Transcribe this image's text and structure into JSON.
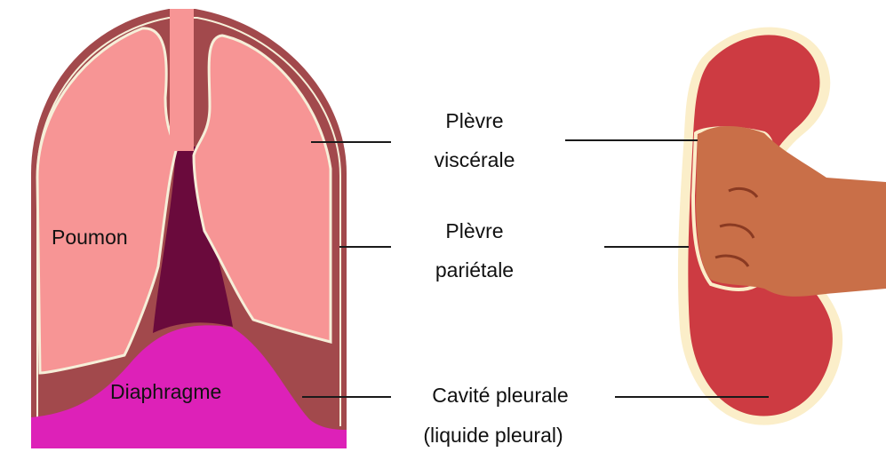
{
  "labels": {
    "poumon": "Poumon",
    "diaphragme": "Diaphragme",
    "plevre_viscerale_line1": "Plèvre",
    "plevre_viscerale_line2": "viscérale",
    "plevre_parietale_line1": "Plèvre",
    "plevre_parietale_line2": "pariétale",
    "cavite_line1": "Cavité pleurale",
    "cavite_line2": "(liquide pleural)"
  },
  "colors": {
    "thorax_wall": "#a2494c",
    "lung": "#f79595",
    "pleura_outline": "#f6efd9",
    "mediastinum": "#6a0a3c",
    "diaphragm": "#dd21b8",
    "trachea": "#f79595",
    "balloon": "#cd3b42",
    "balloon_rim": "#fbeec9",
    "hand": "#c96f48",
    "hand_shadow": "#8a3a22"
  }
}
